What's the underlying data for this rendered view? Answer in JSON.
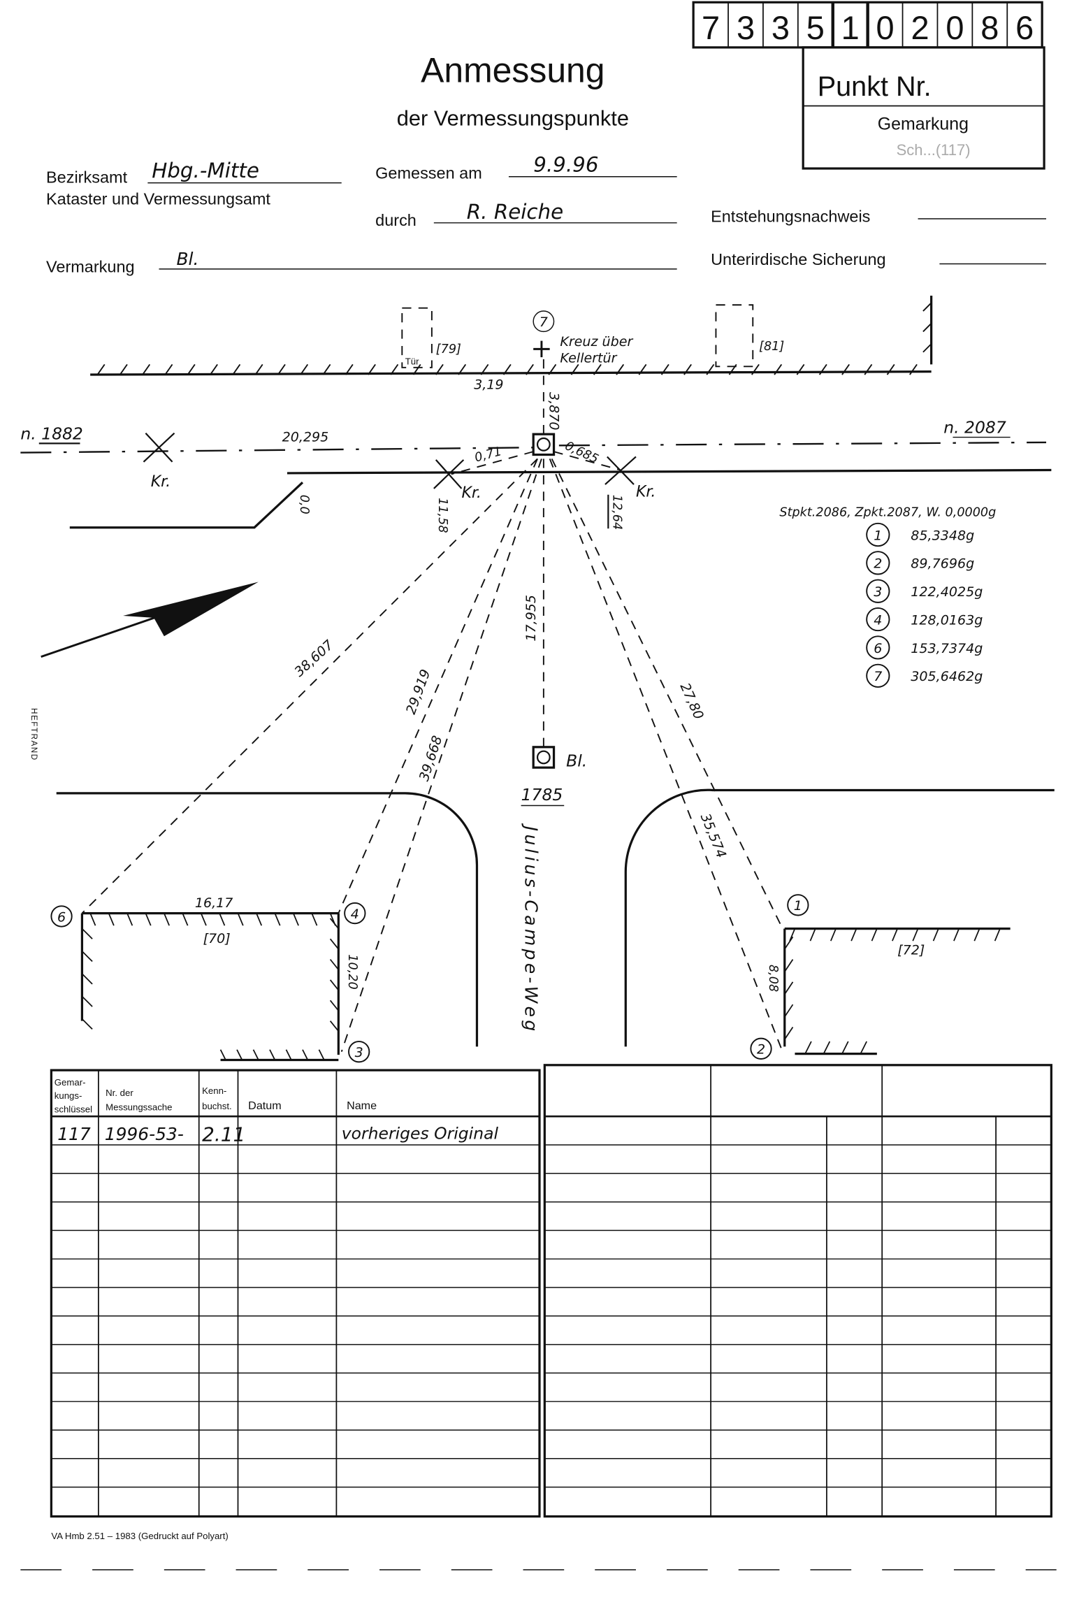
{
  "header": {
    "punkt_digits": [
      "7",
      "3",
      "3",
      "5",
      "1",
      "0",
      "2",
      "0",
      "8",
      "6"
    ],
    "punkt_label": "Punkt Nr.",
    "gemarkung_label": "Gemarkung",
    "gemarkung_value": "Sch...(117)",
    "title": "Anmessung",
    "subtitle": "der Vermessungspunkte"
  },
  "form": {
    "bezirksamt_label": "Bezirksamt",
    "bezirksamt_value": "Hbg.-Mitte",
    "amt_line2": "Kataster und Vermessungsamt",
    "gemessen_label": "Gemessen am",
    "gemessen_value": "9.9.96",
    "durch_label": "durch",
    "durch_value": "R. Reiche",
    "vermarkung_label": "Vermarkung",
    "vermarkung_value": "Bl.",
    "entstehung_label": "Entstehungsnachweis",
    "sicherung_label": "Unterirdische Sicherung"
  },
  "drawing": {
    "tuer": "Tür",
    "b79": "[79]",
    "b81": "[81]",
    "p7": "7",
    "kreuz1": "Kreuz über",
    "kreuz2": "Kellertür",
    "d319": "3,19",
    "d3870": "3,870",
    "n1882": "n. 1882",
    "n2087": "n. 2087",
    "d20295": "20,295",
    "kr": "Kr.",
    "d071": "0,71",
    "d0685": "0,685",
    "d00": "0,0",
    "d1158": "11,58",
    "d1264": "12,64",
    "d38607": "38,607",
    "d29919": "29,919",
    "d39668": "39,668",
    "d17955": "17,955",
    "d2780": "27,80",
    "d35574": "35,574",
    "bl": "Bl.",
    "p1785": "1785",
    "street": "Julius-Campe-Weg",
    "d1617": "16,17",
    "b70": "[70]",
    "d1020": "10,20",
    "b72": "[72]",
    "d808": "8,08",
    "p1": "1",
    "p2": "2",
    "p3": "3",
    "p4": "4",
    "p6": "6",
    "heftrand": "HEFTRAND"
  },
  "angles": {
    "title": "Stpkt.2086, Zpkt.2087, W. 0,0000g",
    "items": [
      {
        "point": "1",
        "value": "85,3348g"
      },
      {
        "point": "2",
        "value": "89,7696g"
      },
      {
        "point": "3",
        "value": "122,4025g"
      },
      {
        "point": "4",
        "value": "128,0163g"
      },
      {
        "point": "6",
        "value": "153,7374g"
      },
      {
        "point": "7",
        "value": "305,6462g"
      }
    ]
  },
  "table": {
    "headers": {
      "schluessel": [
        "Gemar-",
        "kungs-",
        "schlüssel"
      ],
      "messungssache": [
        "Nr. der",
        "Messungssache"
      ],
      "kenn": [
        "Kenn-",
        "buchst."
      ],
      "datum": "Datum",
      "name": "Name"
    },
    "rows": [
      {
        "schluessel": "117",
        "messungssache": "1996-53-",
        "kenn": "2.11",
        "datum": "",
        "name": "vorheriges Original"
      }
    ]
  },
  "footer": "VA Hmb 2.51 – 1983 (Gedruckt auf Polyart)"
}
